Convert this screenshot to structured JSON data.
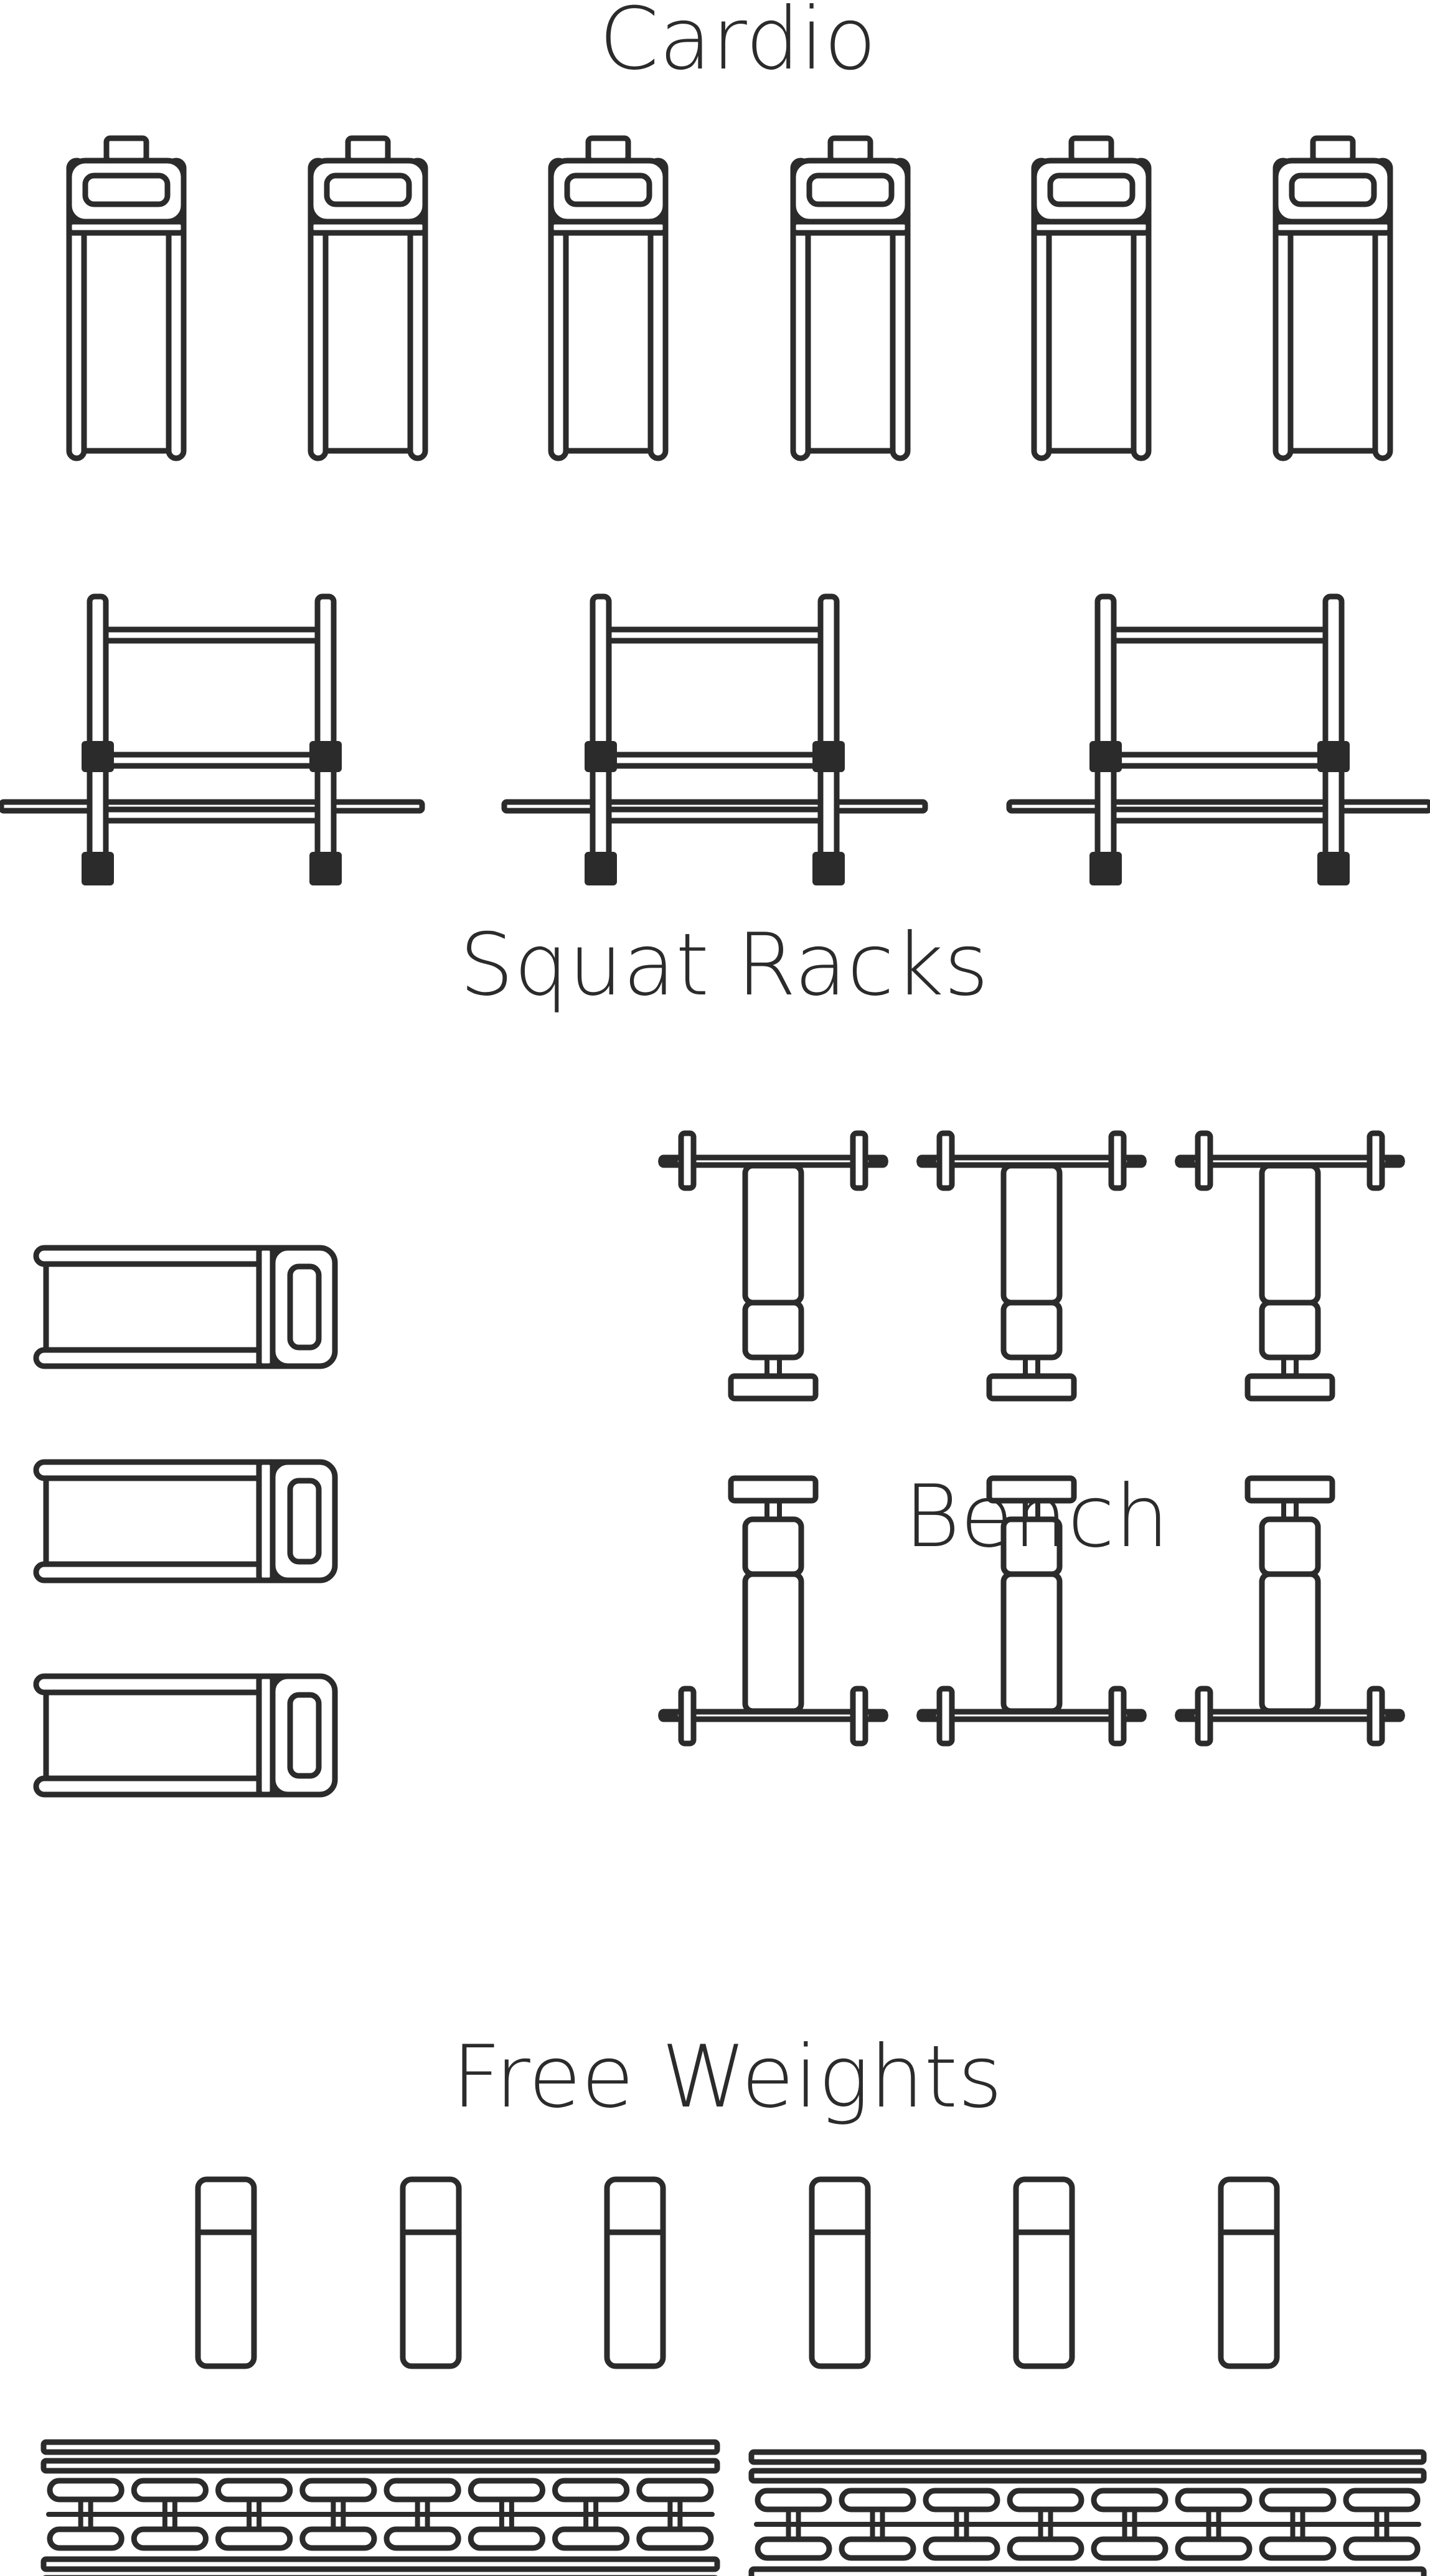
{
  "sections": {
    "cardio": {
      "title": "Cardio"
    },
    "squat_racks": {
      "title": "Squat Racks"
    },
    "bench": {
      "title": "Bench"
    },
    "free_weights": {
      "title": "Free Weights"
    }
  },
  "equipment": {
    "treadmills": 6,
    "side_treadmills": 3,
    "squat_racks": 3,
    "benches_top_row": 3,
    "benches_bottom_row": 3,
    "dumbbell_benches": 6,
    "dumbbell_racks": 2,
    "dumbbell_pairs_per_rack": 8
  },
  "colors": {
    "ink": "#2b2b2b",
    "background": "#ffffff"
  }
}
